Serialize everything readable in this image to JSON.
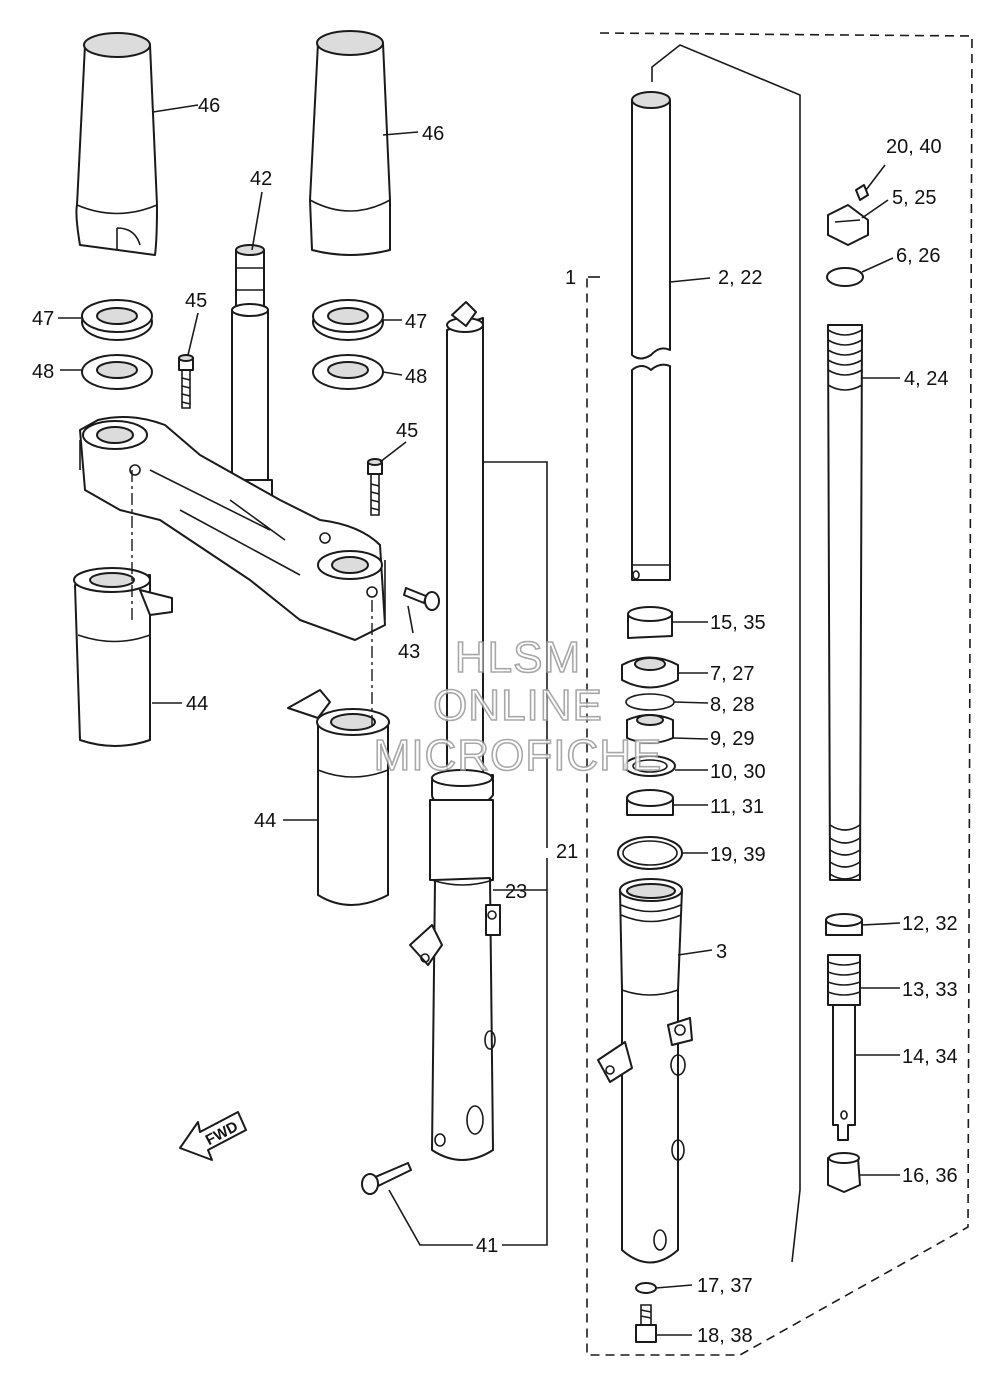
{
  "labels": {
    "p1": "1",
    "p2_22": "2, 22",
    "p3": "3",
    "p4_24": "4, 24",
    "p5_25": "5, 25",
    "p6_26": "6, 26",
    "p7_27": "7, 27",
    "p8_28": "8, 28",
    "p9_29": "9, 29",
    "p10_30": "10, 30",
    "p11_31": "11, 31",
    "p12_32": "12, 32",
    "p13_33": "13, 33",
    "p14_34": "14, 34",
    "p15_35": "15, 35",
    "p16_36": "16, 36",
    "p17_37": "17, 37",
    "p18_38": "18, 38",
    "p19_39": "19, 39",
    "p20_40": "20, 40",
    "p21": "21",
    "p23": "23",
    "p41": "41",
    "p42": "42",
    "p43": "43",
    "p44a": "44",
    "p44b": "44",
    "p45a": "45",
    "p45b": "45",
    "p46a": "46",
    "p46b": "46",
    "p47a": "47",
    "p47b": "47",
    "p48a": "48",
    "p48b": "48"
  },
  "watermark": {
    "line1": "HLSM",
    "line2": "ONLINE",
    "line3": "MICROFICHE"
  },
  "fwd_arrow": "FWD"
}
